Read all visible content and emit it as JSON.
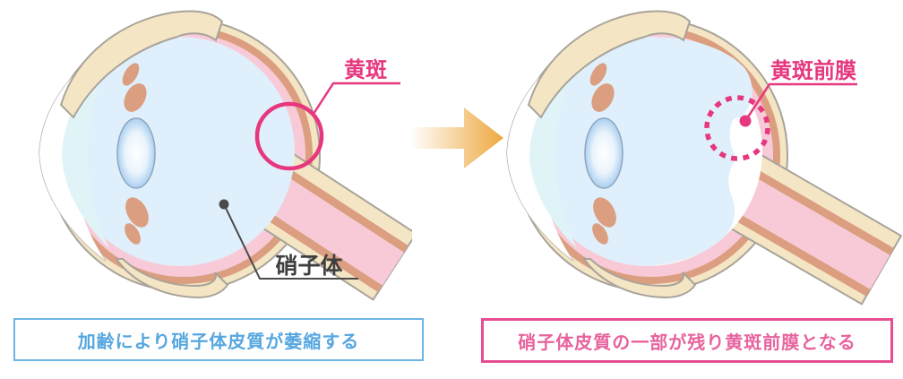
{
  "figure": {
    "left_panel": {
      "macula_label": "黄斑",
      "vitreous_label": "硝子体",
      "caption": "加齢により硝子体皮質が萎縮する"
    },
    "right_panel": {
      "erm_label": "黄斑前膜",
      "caption": "硝子体皮質の一部が残り黄斑前膜となる"
    },
    "icons": {
      "transition_arrow": "arrow-right-icon"
    },
    "colors": {
      "accent_pink": "#E6377F",
      "caption_blue_text": "#56A7DF",
      "caption_blue_border": "#6CB5E4",
      "caption_pink_text": "#E7639E",
      "caption_pink_border": "#E84D92",
      "arrow_orange": "#EDA83F",
      "sclera_cream": "#F4E5C4",
      "outline_gray": "#A8A39A",
      "choroid_salmon": "#DB9E80",
      "retina_pink": "#F8CAD7",
      "vitreous_blue": "#DFEFFB",
      "anterior_cyan": "#E0F4F8",
      "lens_blue": "#74AEE3",
      "vitreous_label_dark": "#3F3F3F"
    }
  }
}
